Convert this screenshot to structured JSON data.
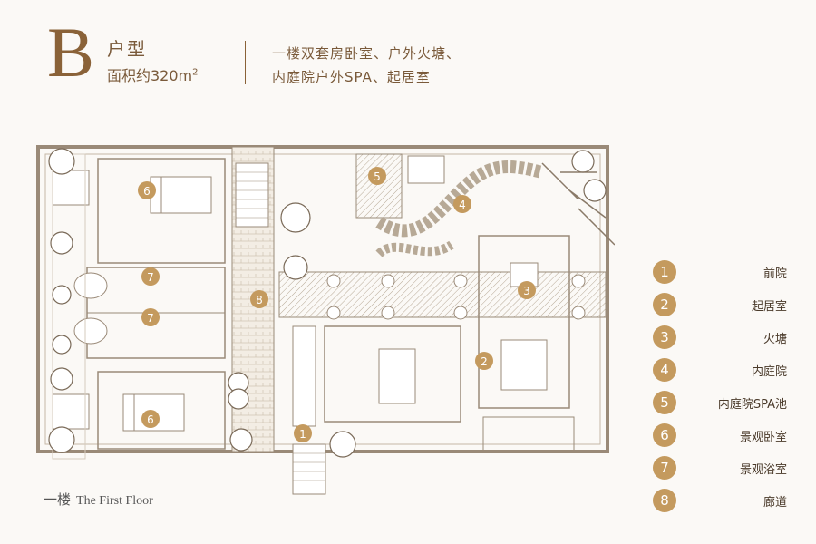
{
  "header": {
    "letter": "B",
    "type": "户型",
    "area_prefix": "面积约320m",
    "area_sup": "2",
    "desc_line1": "一楼双套房卧室、户外火塘、",
    "desc_line2": "内庭院户外SPA、起居室"
  },
  "floor": {
    "cn": "一楼",
    "en": "The First Floor"
  },
  "legend": [
    {
      "num": "1",
      "label": "前院"
    },
    {
      "num": "2",
      "label": "起居室"
    },
    {
      "num": "3",
      "label": "火塘"
    },
    {
      "num": "4",
      "label": "内庭院"
    },
    {
      "num": "5",
      "label": "内庭院SPA池"
    },
    {
      "num": "6",
      "label": "景观卧室"
    },
    {
      "num": "7",
      "label": "景观浴室"
    },
    {
      "num": "8",
      "label": "廊道"
    }
  ],
  "colors": {
    "brown": "#8a6238",
    "badge": "#c49a5e",
    "line": "#9a8a78"
  }
}
